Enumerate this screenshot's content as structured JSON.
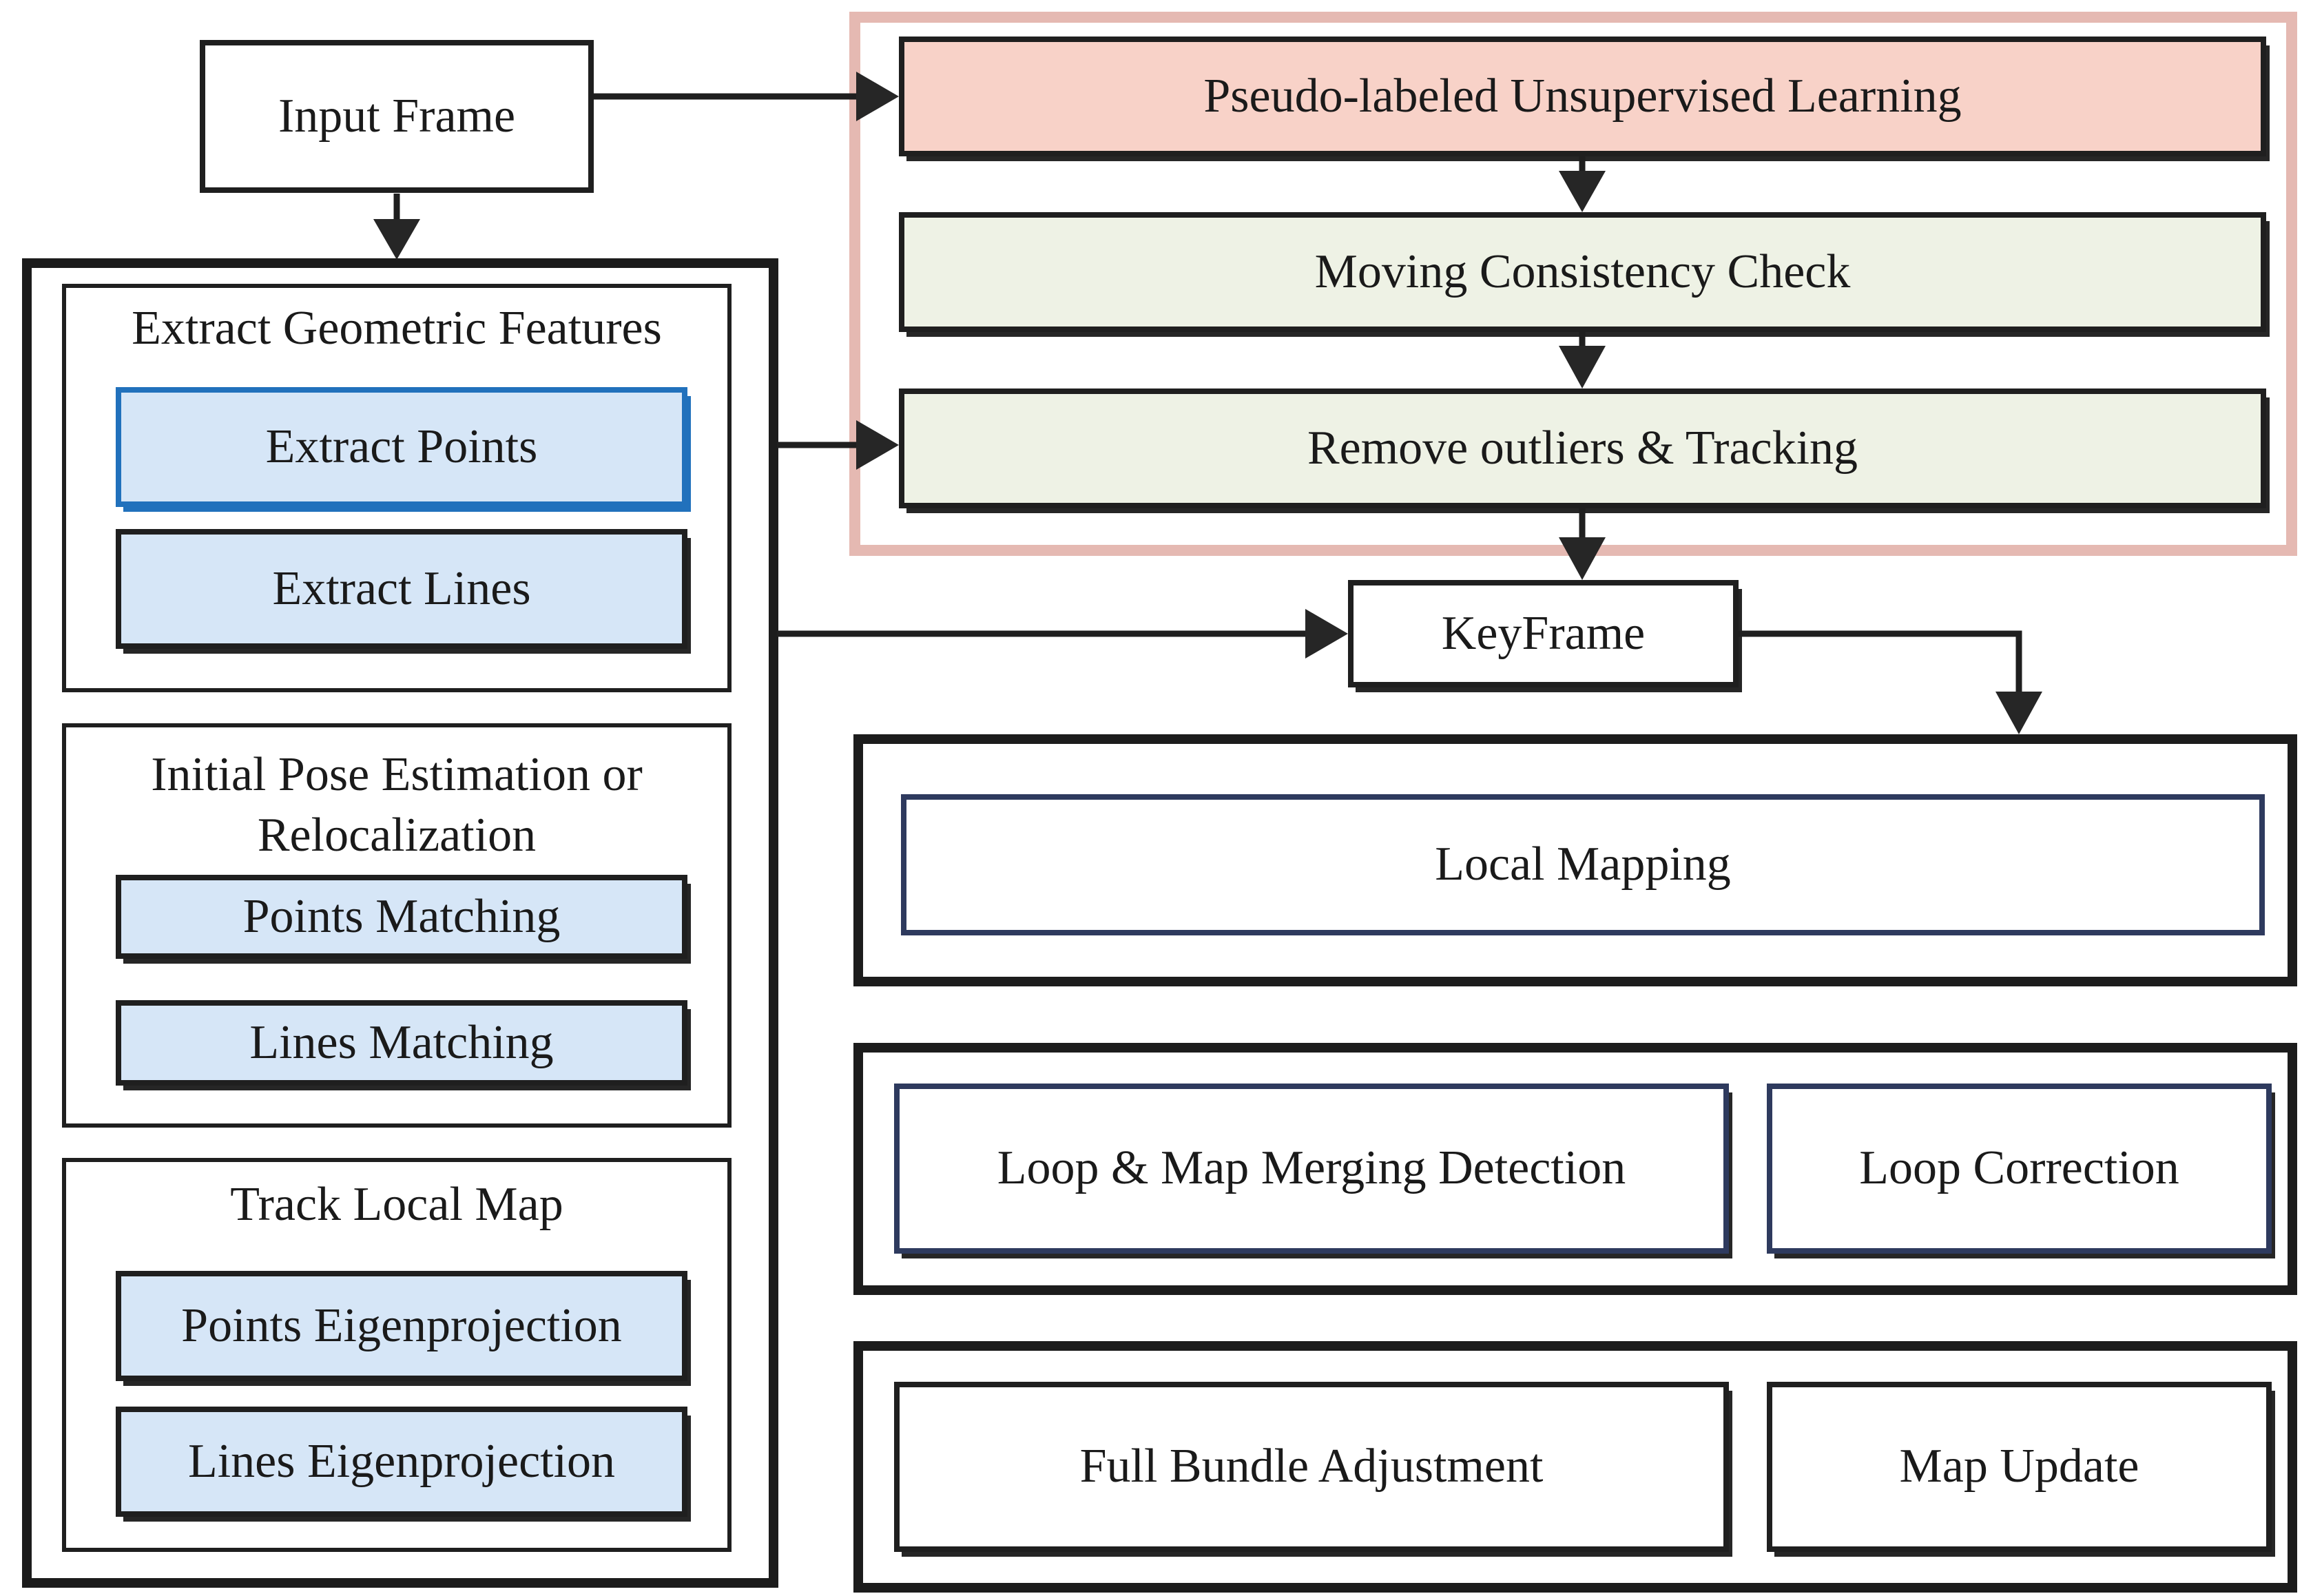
{
  "colors": {
    "ink": "#1f1f1f",
    "container_border": "#1c1c1c",
    "pink_container_border": "#e5b9b2",
    "pink_box_fill": "#f8d2c8",
    "green_box_fill": "#eef2e5",
    "blue_box_fill": "#d6e6f7",
    "blue_box_border": "#2171bc",
    "navy_box_border": "#2e3a5e"
  },
  "nodes": {
    "input_frame": "Input Frame",
    "pseudo_learning": "Pseudo-labeled Unsupervised Learning",
    "consistency_check": "Moving Consistency Check",
    "remove_outliers": "Remove outliers & Tracking",
    "keyframe": "KeyFrame",
    "local_mapping": "Local Mapping",
    "loop_detection": "Loop & Map Merging Detection",
    "loop_correction": "Loop Correction",
    "full_bundle_adjustment": "Full Bundle Adjustment",
    "map_update": "Map Update"
  },
  "tracking_sections": [
    {
      "title": "Extract Geometric Features",
      "title_line2": "",
      "items": [
        "Extract Points",
        "Extract Lines"
      ]
    },
    {
      "title": "Initial Pose Estimation or",
      "title_line2": "Relocalization",
      "items": [
        "Points Matching",
        "Lines Matching"
      ]
    },
    {
      "title": "Track Local Map",
      "title_line2": "",
      "items": [
        "Points Eigenprojection",
        "Lines Eigenprojection"
      ]
    }
  ],
  "edges": [
    {
      "from": "Input Frame",
      "to": "Pseudo-labeled Unsupervised Learning"
    },
    {
      "from": "Input Frame",
      "to": "Tracking panel"
    },
    {
      "from": "Pseudo-labeled Unsupervised Learning",
      "to": "Moving Consistency Check"
    },
    {
      "from": "Moving Consistency Check",
      "to": "Remove outliers & Tracking"
    },
    {
      "from": "Extract Points",
      "to": "Remove outliers & Tracking"
    },
    {
      "from": "Remove outliers & Tracking",
      "to": "KeyFrame"
    },
    {
      "from": "Tracking panel",
      "to": "KeyFrame"
    },
    {
      "from": "KeyFrame",
      "to": "Local Mapping"
    }
  ]
}
